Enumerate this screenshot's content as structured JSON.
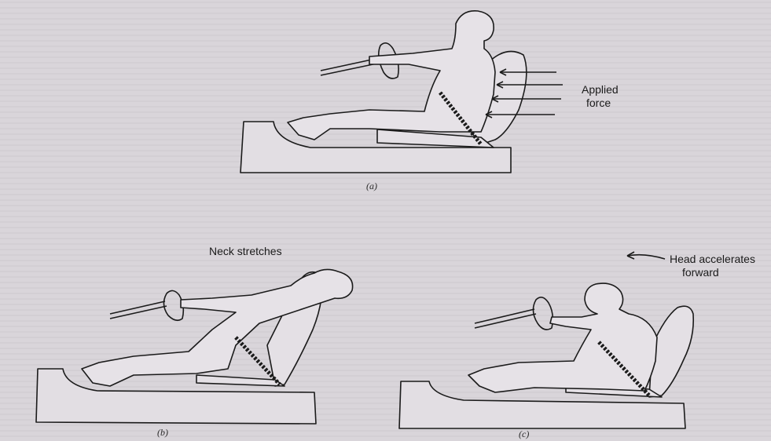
{
  "figure": {
    "panel_a": {
      "caption": "(a)",
      "annotation_line1": "Applied",
      "annotation_line2": "force"
    },
    "panel_b": {
      "caption": "(b)",
      "annotation": "Neck stretches"
    },
    "panel_c": {
      "caption": "(c)",
      "annotation_line1": "Head accelerates",
      "annotation_line2": "forward"
    }
  }
}
